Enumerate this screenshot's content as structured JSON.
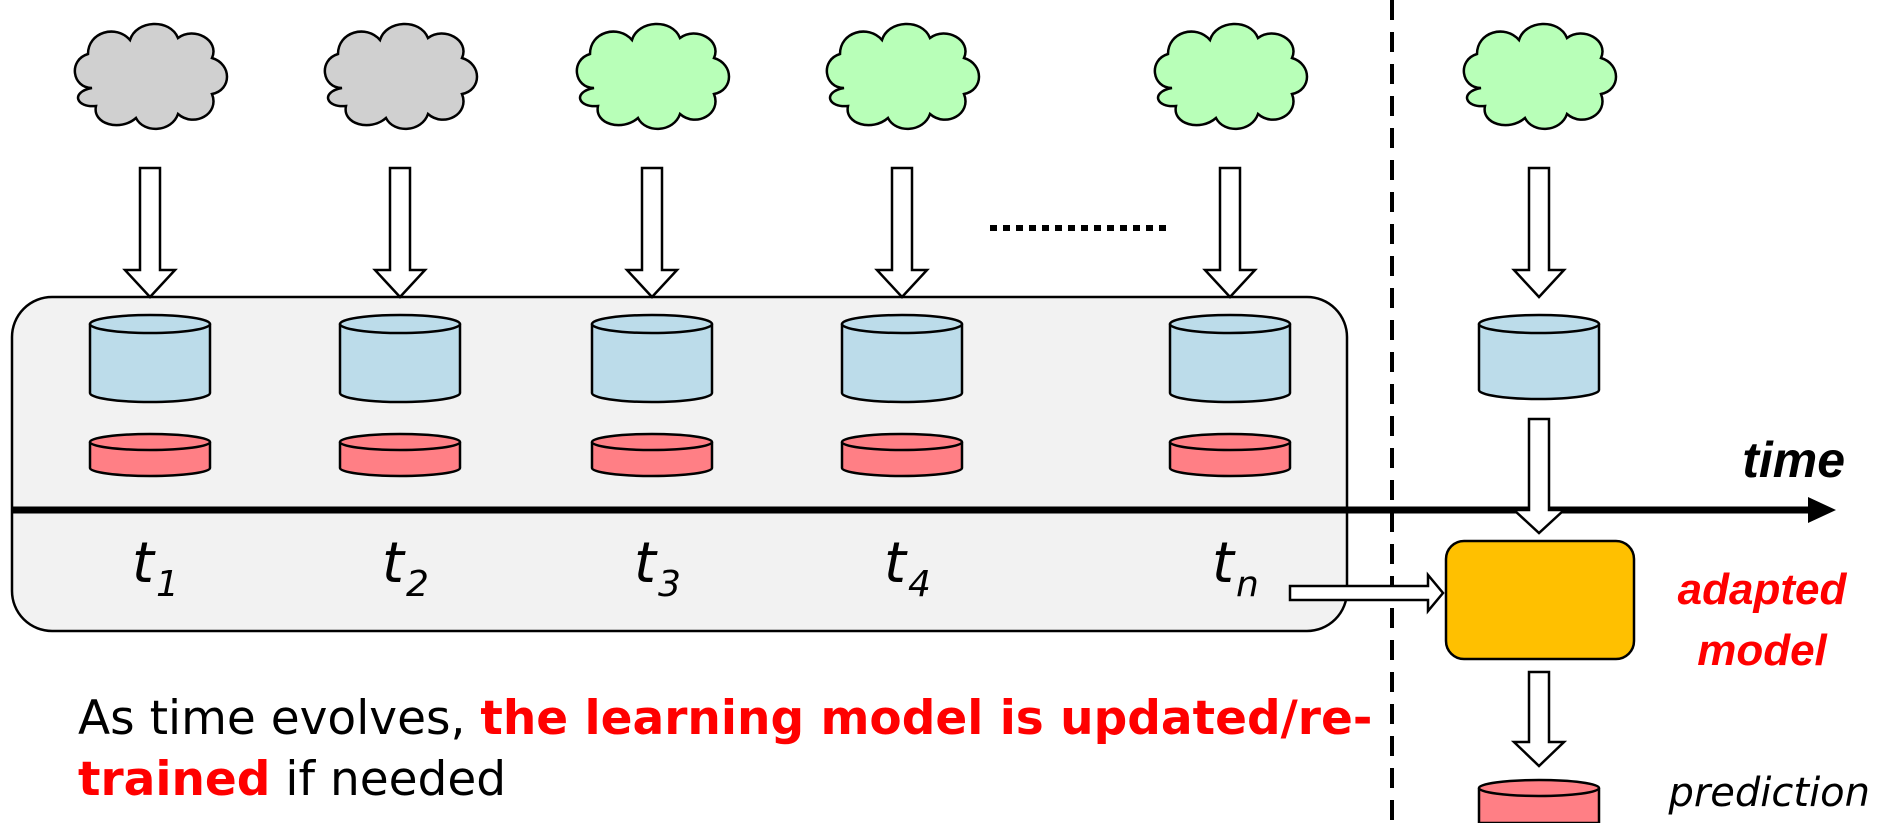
{
  "colors": {
    "cloud_past": "#d0d0d0",
    "cloud_current": "#b8ffb8",
    "data_cylinder": "#bcdcea",
    "label_cylinder": "#ff7f85",
    "model_box": "#ffc000",
    "emphasis_text": "#ff0000",
    "window_fill": "#f2f2f2"
  },
  "icons": {
    "cloud": "cloud-icon",
    "data_store": "database-icon",
    "label_store": "label-database-icon",
    "model": "model-box-icon"
  },
  "timesteps": [
    {
      "base": "t",
      "sub": "1",
      "cloud_state": "past"
    },
    {
      "base": "t",
      "sub": "2",
      "cloud_state": "past"
    },
    {
      "base": "t",
      "sub": "3",
      "cloud_state": "current"
    },
    {
      "base": "t",
      "sub": "4",
      "cloud_state": "current"
    },
    {
      "base": "t",
      "sub": "n",
      "cloud_state": "current"
    }
  ],
  "axis": {
    "label": "time"
  },
  "model": {
    "label_line1": "adapted",
    "label_line2": "model"
  },
  "output": {
    "label": "prediction"
  },
  "caption": {
    "part1": "As time evolves, ",
    "highlight": "the learning model is updated/re-trained",
    "part2": " if needed"
  }
}
